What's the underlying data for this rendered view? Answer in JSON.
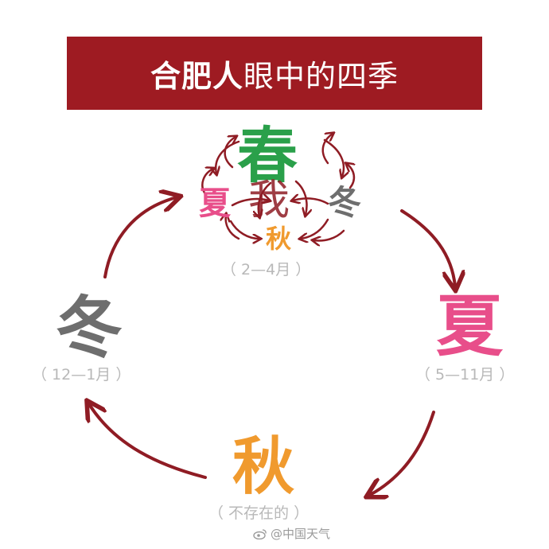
{
  "title": {
    "bold": "合肥人",
    "light": "眼中的四季"
  },
  "seasons": {
    "spring": {
      "label": "春",
      "months": "（ 2—4月 ）",
      "color": "#2aa04a"
    },
    "summer": {
      "label": "夏",
      "months": "（ 5—11月 ）",
      "color": "#e84e8a"
    },
    "autumn": {
      "label": "秋",
      "months": "（ 不存在的 ）",
      "color": "#f09a2e"
    },
    "winter": {
      "label": "冬",
      "months": "（ 12—1月 ）",
      "color": "#6e6e6e"
    }
  },
  "spring_cluster": {
    "summer": "夏",
    "winter": "冬",
    "me": "我",
    "autumn": "秋"
  },
  "watermark": "@中国天气",
  "colors": {
    "banner": "#9e1b22",
    "arrow": "#8f1c24"
  }
}
